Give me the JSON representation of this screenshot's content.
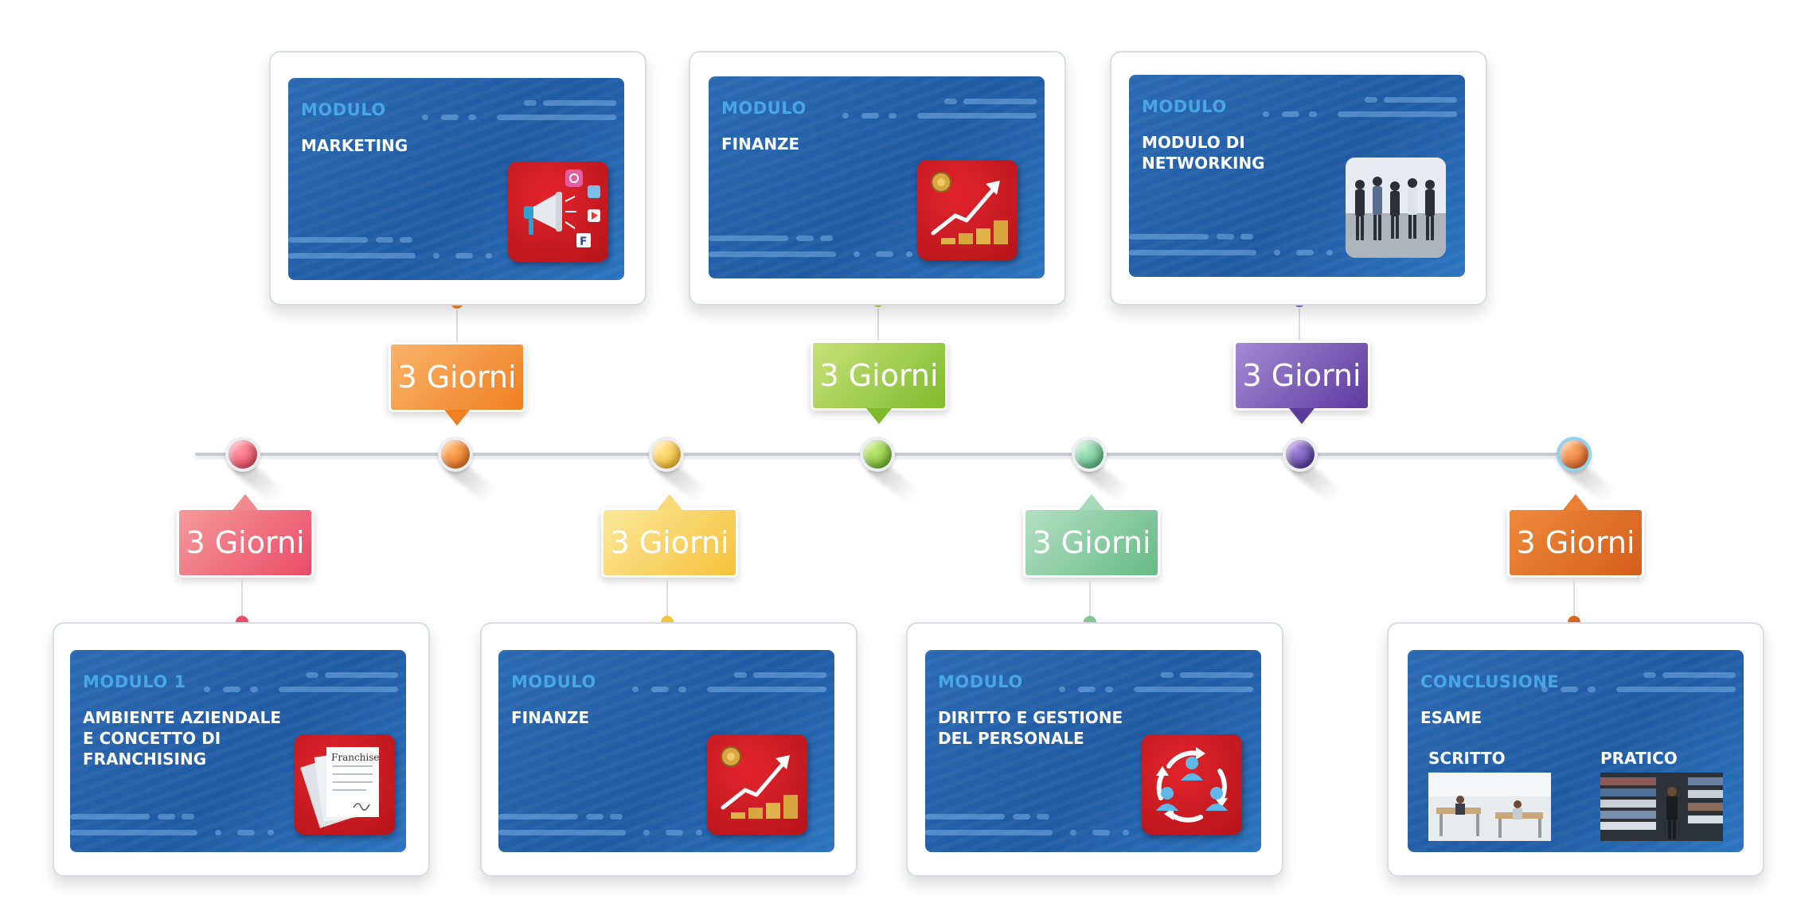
{
  "duration_label": "3 Giorni",
  "colors": {
    "pink": "#e9506a",
    "orange": "#f08a2a",
    "yellow": "#f5c63a",
    "green": "#8cc63e",
    "mint": "#6fc08e",
    "purple": "#6e4aa8",
    "burnt": "#d9681f",
    "card_blue": "#2263ab",
    "accent_label": "#48a6e6"
  },
  "modules": [
    {
      "label": "MODULO 1",
      "title": "AMBIENTE AZIENDALE\nE CONCETTO DI\nFRANCHISING",
      "icon": "franchise-document-icon",
      "doc_text": "Franchise"
    },
    {
      "label": "MODULO",
      "title": "MARKETING",
      "icon": "megaphone-social-icon"
    },
    {
      "label": "MODULO",
      "title": "FINANZE",
      "icon": "finance-growth-icon"
    },
    {
      "label": "MODULO",
      "title": "FINANZE",
      "icon": "finance-growth-icon"
    },
    {
      "label": "MODULO",
      "title": "DIRITTO E GESTIONE\nDEL PERSONALE",
      "icon": "people-cycle-icon"
    },
    {
      "label": "MODULO",
      "title": "MODULO DI\nNETWORKING",
      "icon": "networking-photo"
    },
    {
      "label": "CONCLUSIONE",
      "title": "ESAME",
      "icon": "exam-photos",
      "written": "SCRITTO",
      "practical": "PRATICO"
    }
  ]
}
